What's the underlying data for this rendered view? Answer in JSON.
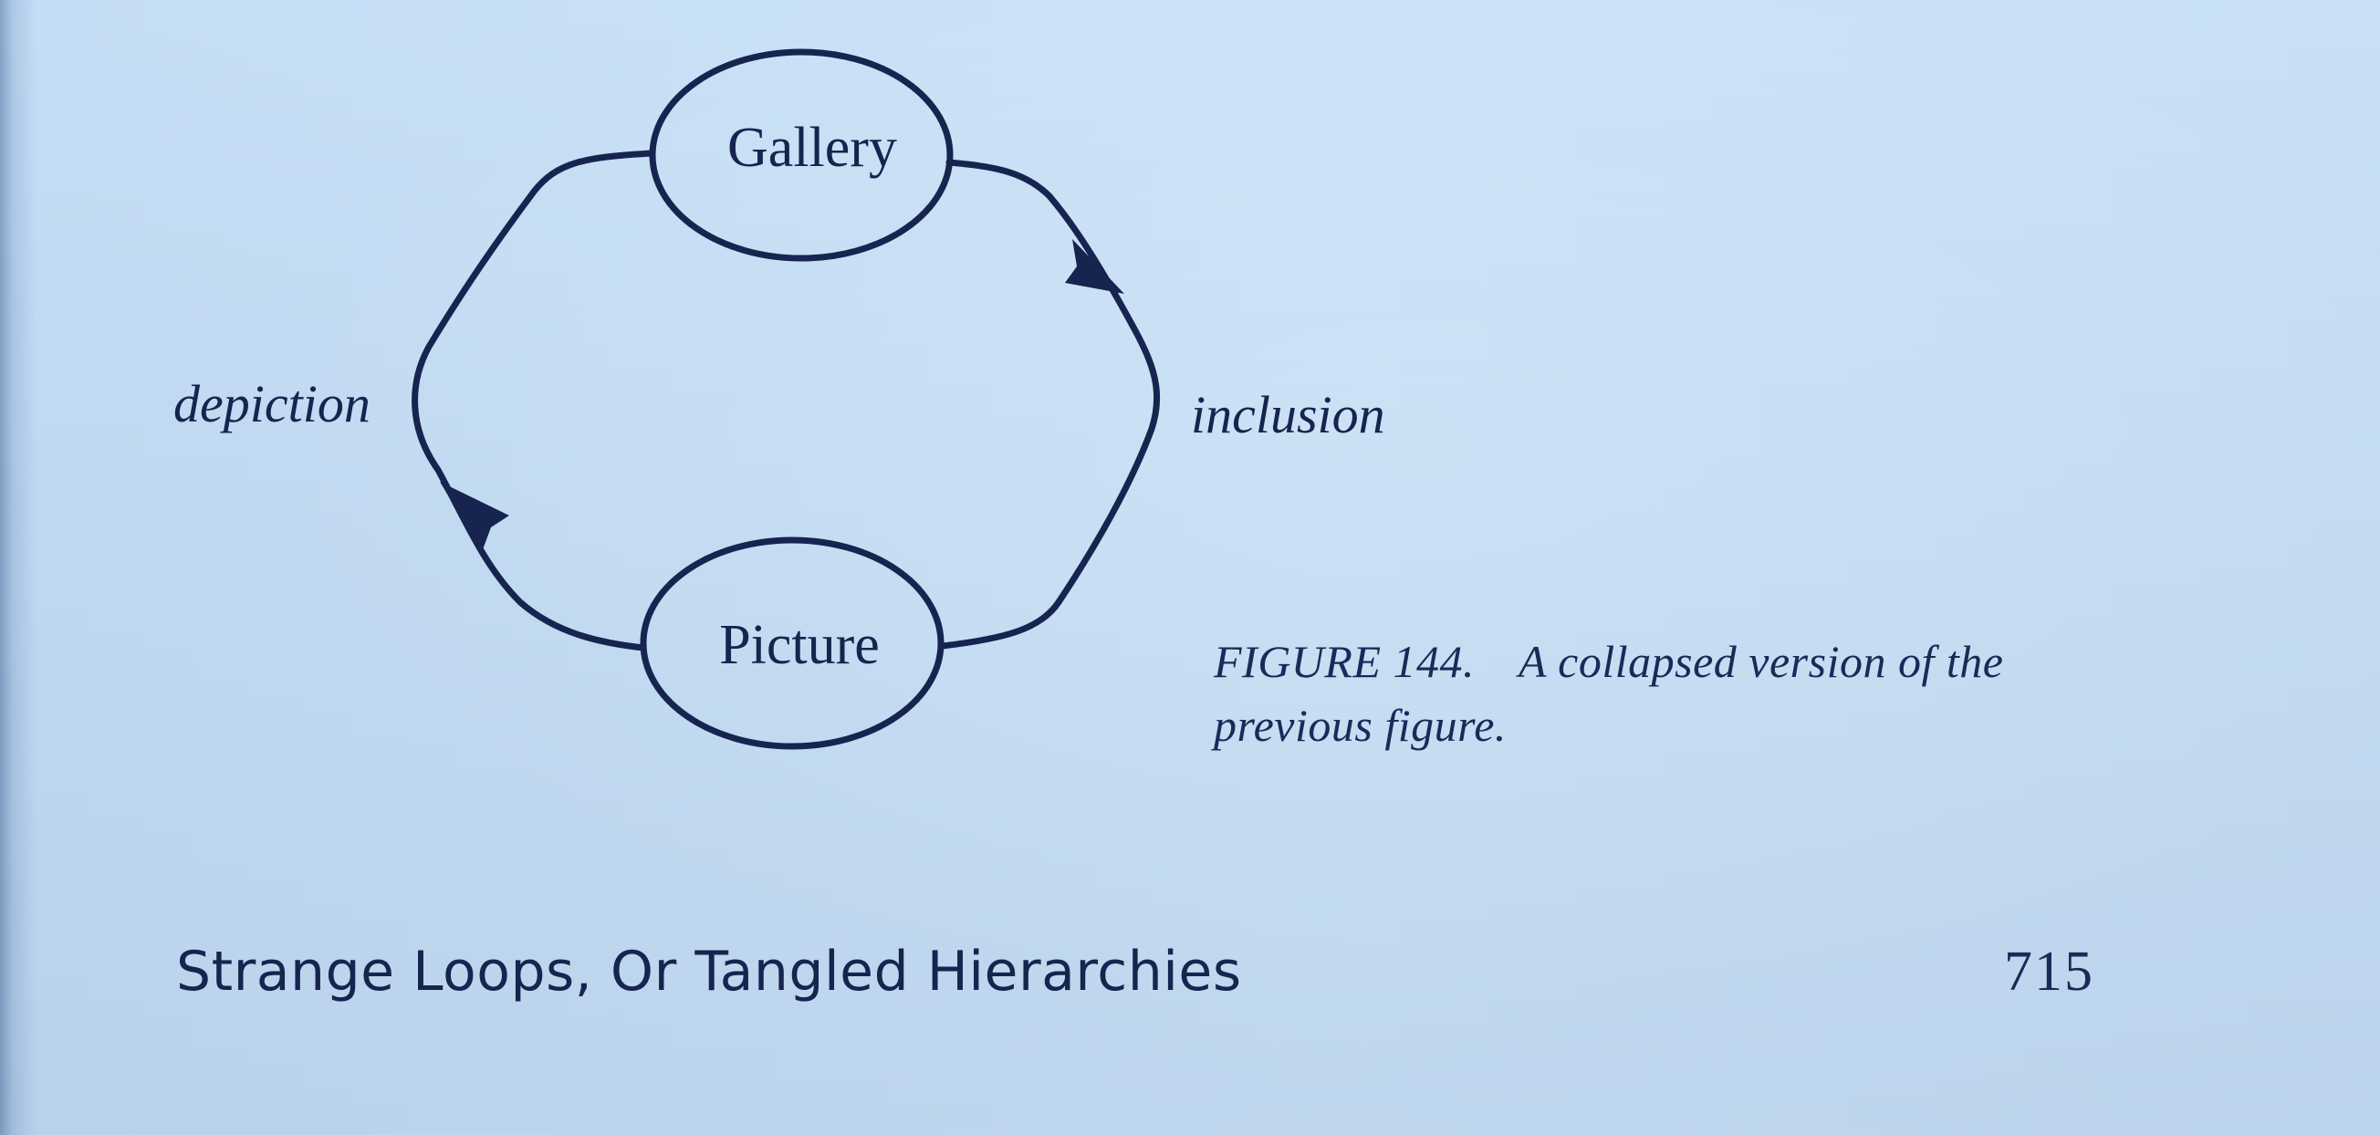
{
  "diagram": {
    "nodes": {
      "top": "Gallery",
      "bottom": "Picture"
    },
    "edges": {
      "left": "depiction",
      "right": "inclusion"
    }
  },
  "caption": {
    "figure_number": "FIGURE 144.",
    "text_line1": "A collapsed version of the",
    "text_line2": "previous figure."
  },
  "footer": {
    "running_head": "Strange Loops, Or Tangled Hierarchies",
    "page_number": "715"
  }
}
